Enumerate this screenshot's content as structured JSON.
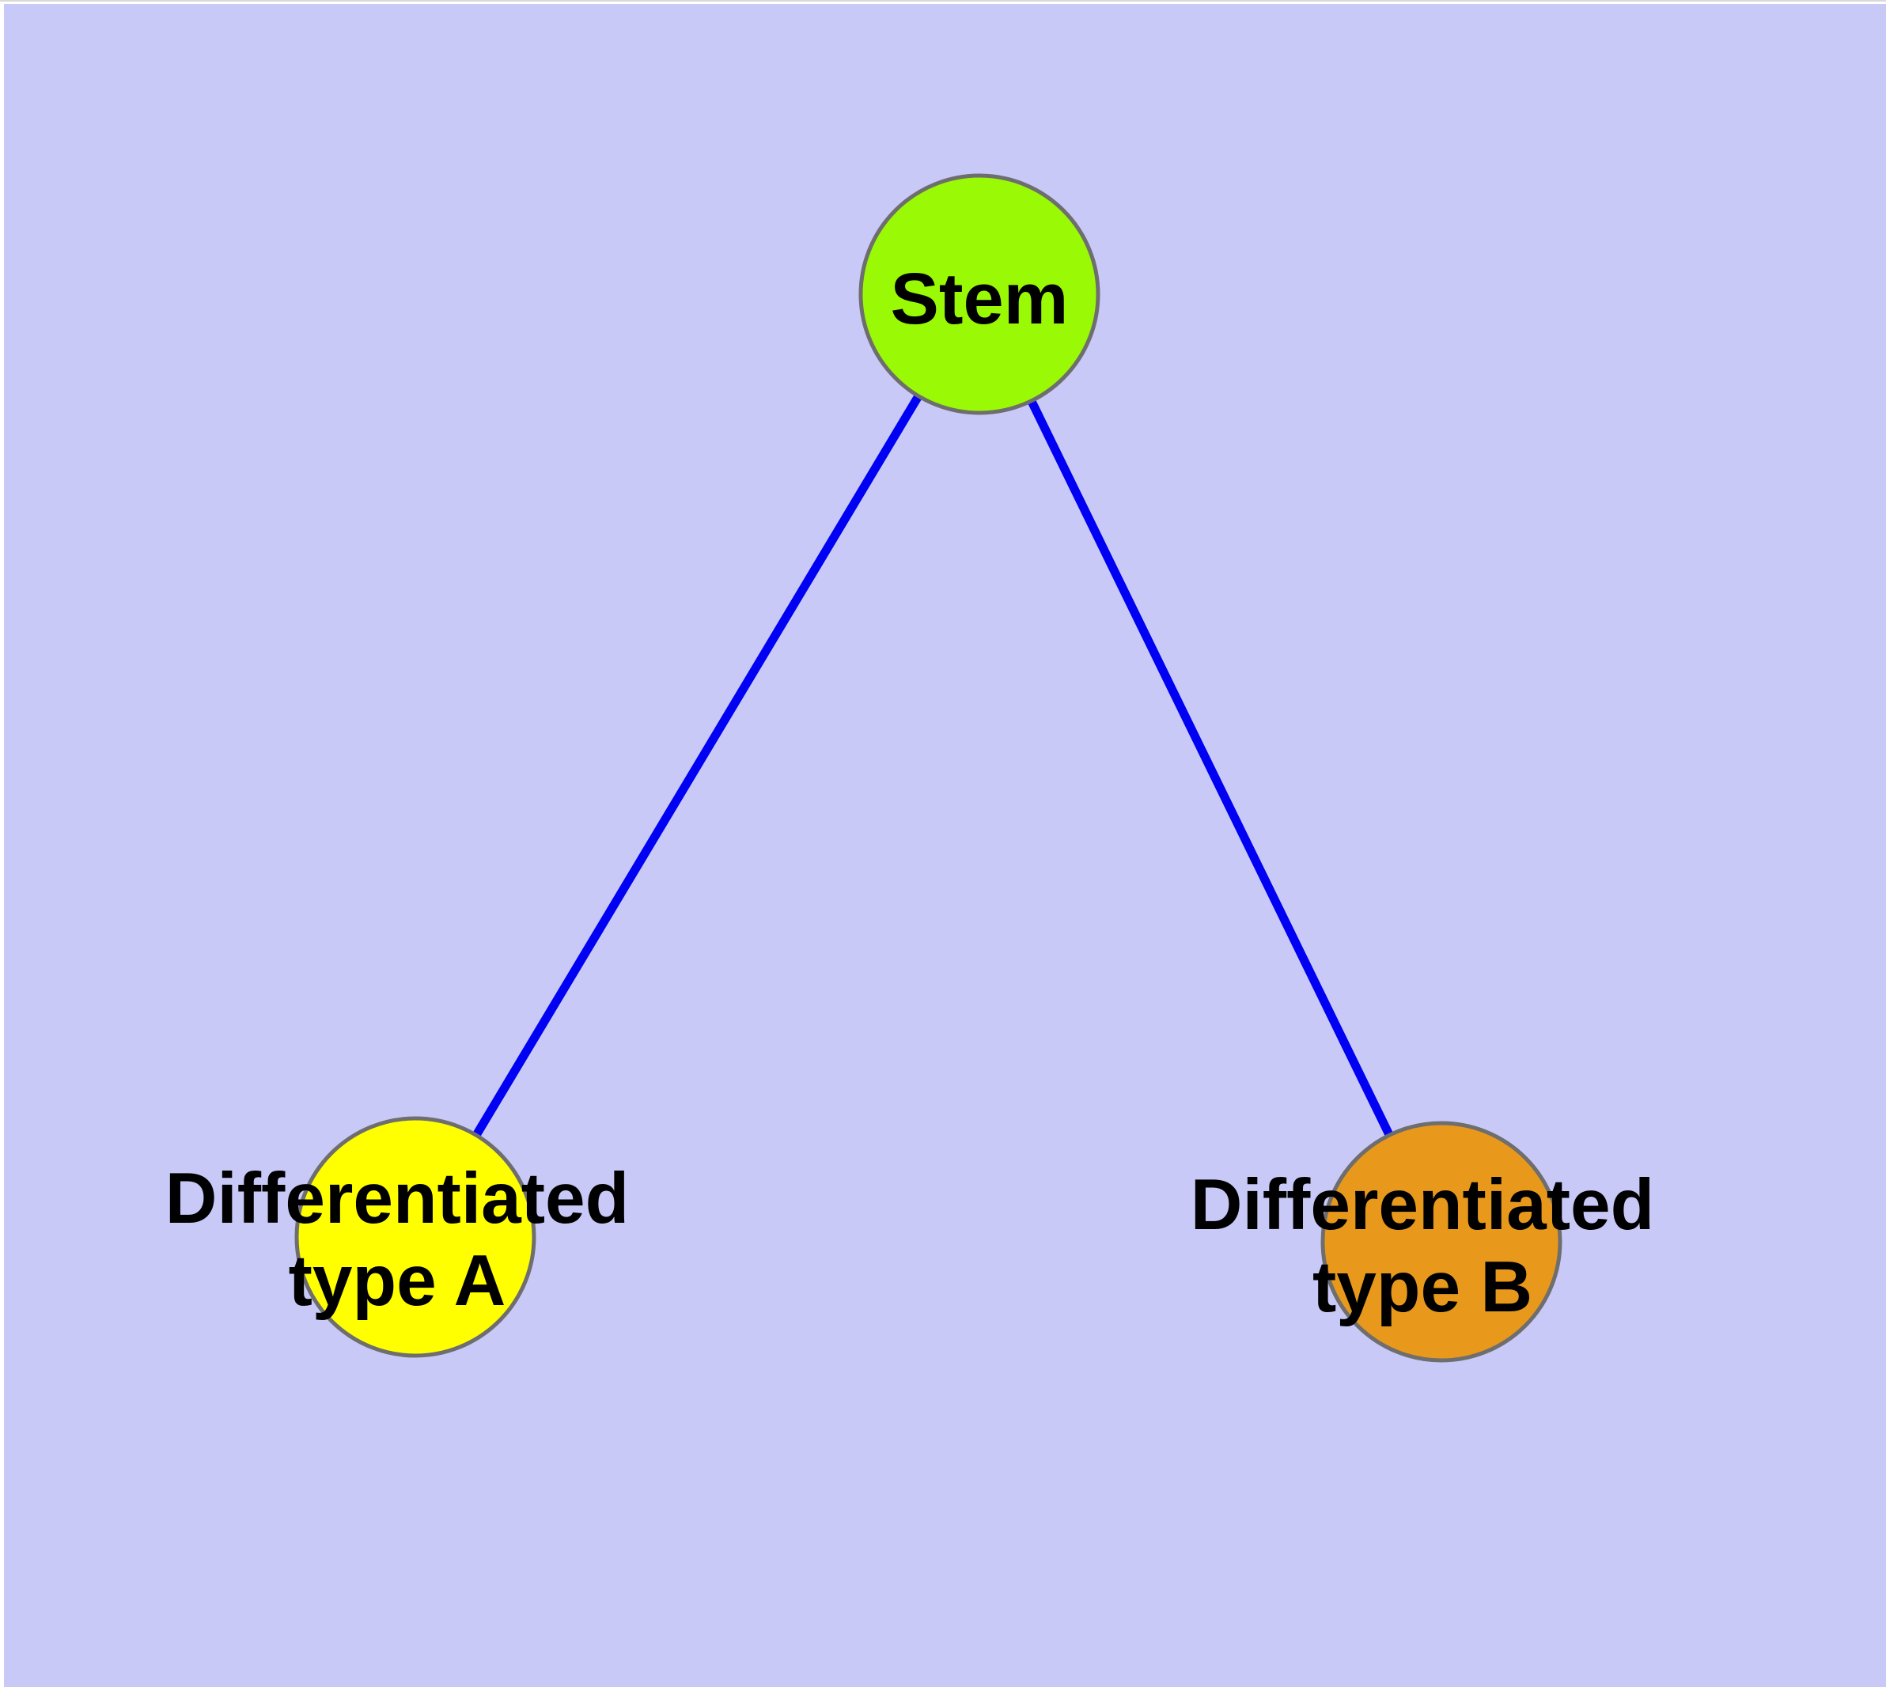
{
  "figure": {
    "type": "node-link-graph",
    "description_of_depiction": "Tree with one root node connected by two edges to two leaf nodes"
  },
  "colors": {
    "background_panel": "#c9c9f8",
    "page_margin": "#ffffff",
    "top_border_line": "#d9d9d9",
    "edge_stroke": "#0000f2",
    "node_border": "#6e6e6e",
    "stem_fill": "#9afa05",
    "type_a_fill": "#ffff00",
    "type_b_fill": "#e8991c",
    "label_text": "#000000"
  },
  "nodes": {
    "stem": {
      "label": "Stem"
    },
    "type_a": {
      "label_line1": "Differentiated",
      "label_line2": "type A"
    },
    "type_b": {
      "label_line1": "Differentiated",
      "label_line2": "type B"
    }
  },
  "edges": [
    {
      "from": "Stem",
      "to": "Differentiated type A"
    },
    {
      "from": "Stem",
      "to": "Differentiated type B"
    }
  ]
}
